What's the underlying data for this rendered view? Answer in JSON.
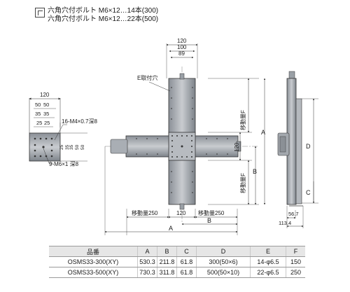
{
  "header": {
    "line1": "六角穴付ボルト M6×12…14本(300)",
    "line2": "六角穴付ボルト M6×12…22本(500)"
  },
  "side_view": {
    "width_label": "120",
    "dims_top": [
      "50",
      "50"
    ],
    "dims_mid": [
      "35",
      "35"
    ],
    "dims_low": [
      "25",
      "25"
    ],
    "tap_note": "16-M4×0.7深8",
    "bolt_note": "9-M6×1 深8",
    "vertical_dims": [
      "25",
      "35",
      "35",
      "50",
      "50"
    ]
  },
  "top_view": {
    "top_dims": [
      "120",
      "100",
      "89"
    ],
    "e_hole": "E取付穴",
    "travel_f_upper": "移動量F",
    "travel_f_right": "移動量F",
    "center_120": "120",
    "right_120": "120",
    "label_a_right": "A",
    "label_b_right": "B",
    "bottom_travel_left": "移動量250",
    "bottom_center_120": "120",
    "bottom_travel_right": "移動量250",
    "label_b_bottom": "B",
    "label_a_bottom": "A"
  },
  "side_elevation": {
    "label_d": "D",
    "label_c": "C",
    "dim_567": "56.7",
    "dim_1134": "113.4"
  },
  "spec_table": {
    "headers": [
      "品番",
      "A",
      "B",
      "C",
      "D",
      "E",
      "F"
    ],
    "rows": [
      [
        "OSMS33-300(XY)",
        "530.3",
        "211.8",
        "61.8",
        "300(50×6)",
        "14-φ6.5",
        "150"
      ],
      [
        "OSMS33-500(XY)",
        "730.3",
        "311.8",
        "61.8",
        "500(50×10)",
        "22-φ6.5",
        "250"
      ]
    ]
  }
}
